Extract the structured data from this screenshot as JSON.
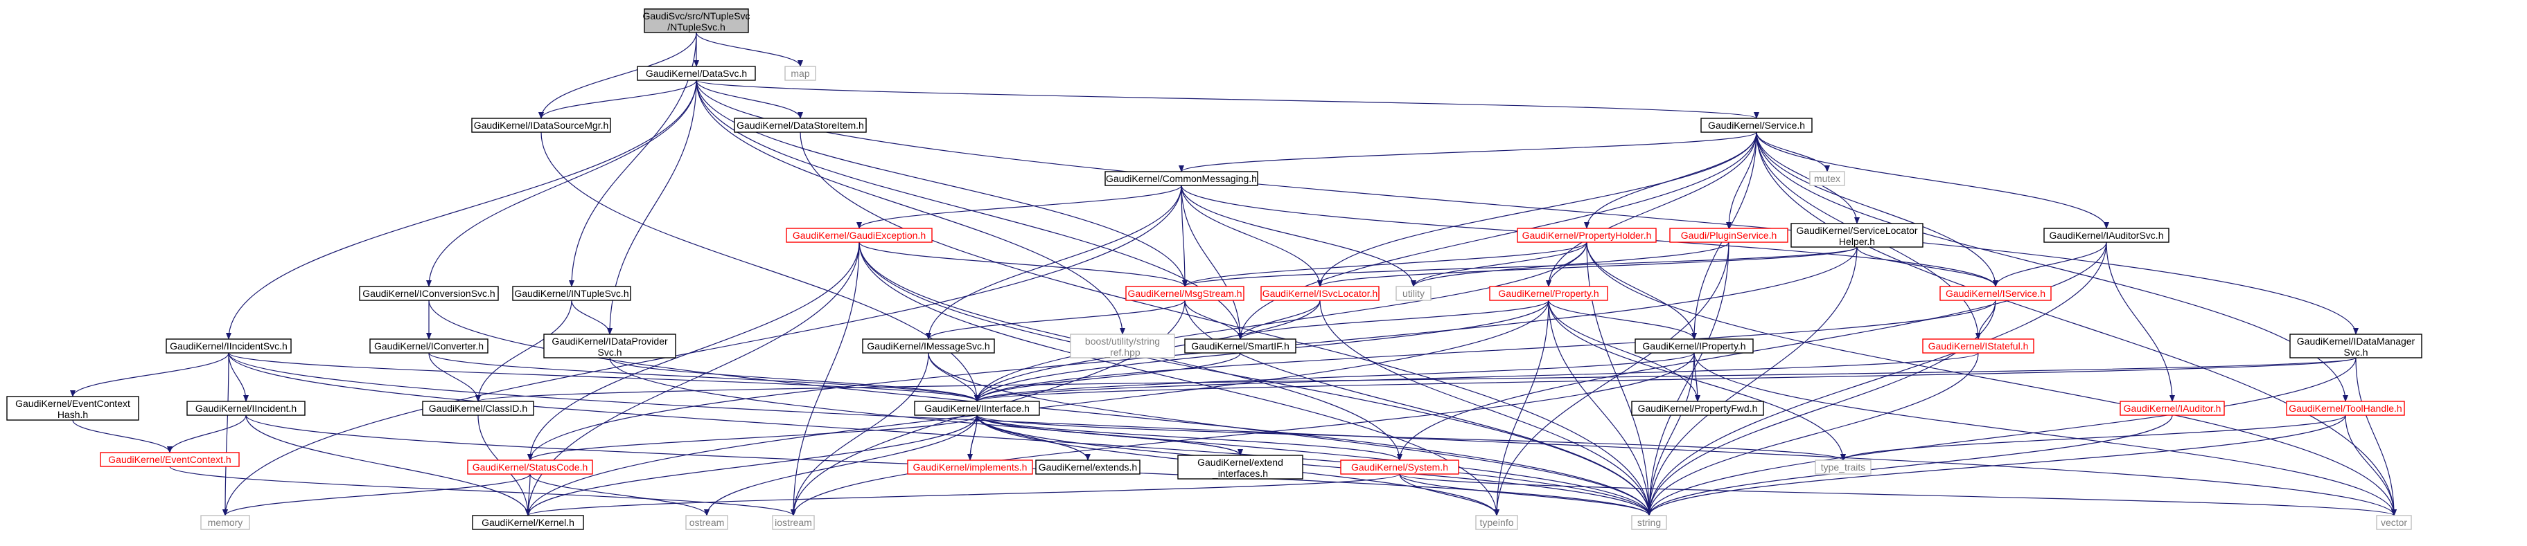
{
  "colors": {
    "edge": "#191970",
    "root_fill": "#bfbfbf",
    "node_fill": "#ffffff",
    "node_border": "#000000",
    "red_border": "#ff0000",
    "red_text": "#ff0000",
    "gray_border": "#bfbfbf",
    "gray_text": "#7f7f7f"
  },
  "nodes": [
    {
      "id": "root",
      "label": "GaudiSvc/src/NTupleSvc\n/NTupleSvc.h",
      "style": "root"
    },
    {
      "id": "map",
      "label": "map",
      "style": "gray"
    },
    {
      "id": "DataSvc",
      "label": "GaudiKernel/DataSvc.h",
      "style": "normal"
    },
    {
      "id": "IDataSourceMgr",
      "label": "GaudiKernel/IDataSourceMgr.h",
      "style": "normal"
    },
    {
      "id": "DataStoreItem",
      "label": "GaudiKernel/DataStoreItem.h",
      "style": "normal"
    },
    {
      "id": "Service",
      "label": "GaudiKernel/Service.h",
      "style": "normal"
    },
    {
      "id": "CommonMessaging",
      "label": "GaudiKernel/CommonMessaging.h",
      "style": "normal"
    },
    {
      "id": "mutex",
      "label": "mutex",
      "style": "gray"
    },
    {
      "id": "GaudiException",
      "label": "GaudiKernel/GaudiException.h",
      "style": "red"
    },
    {
      "id": "PropertyHolder",
      "label": "GaudiKernel/PropertyHolder.h",
      "style": "red"
    },
    {
      "id": "PluginService",
      "label": "Gaudi/PluginService.h",
      "style": "red"
    },
    {
      "id": "ServiceLocatorHelper",
      "label": "GaudiKernel/ServiceLocator\nHelper.h",
      "style": "normal"
    },
    {
      "id": "IAuditorSvc",
      "label": "GaudiKernel/IAuditorSvc.h",
      "style": "normal"
    },
    {
      "id": "IConversionSvc",
      "label": "GaudiKernel/IConversionSvc.h",
      "style": "normal"
    },
    {
      "id": "INTupleSvc",
      "label": "GaudiKernel/INTupleSvc.h",
      "style": "normal"
    },
    {
      "id": "MsgStream",
      "label": "GaudiKernel/MsgStream.h",
      "style": "red"
    },
    {
      "id": "ISvcLocator",
      "label": "GaudiKernel/ISvcLocator.h",
      "style": "red"
    },
    {
      "id": "utility",
      "label": "utility",
      "style": "gray"
    },
    {
      "id": "Property",
      "label": "GaudiKernel/Property.h",
      "style": "red"
    },
    {
      "id": "IService",
      "label": "GaudiKernel/IService.h",
      "style": "red"
    },
    {
      "id": "IIncidentSvc",
      "label": "GaudiKernel/IIncidentSvc.h",
      "style": "normal"
    },
    {
      "id": "IConverter",
      "label": "GaudiKernel/IConverter.h",
      "style": "normal"
    },
    {
      "id": "IDataProviderSvc",
      "label": "GaudiKernel/IDataProvider\nSvc.h",
      "style": "normal"
    },
    {
      "id": "IMessageSvc",
      "label": "GaudiKernel/IMessageSvc.h",
      "style": "normal"
    },
    {
      "id": "string_ref",
      "label": "boost/utility/string\n_ref.hpp",
      "style": "gray"
    },
    {
      "id": "SmartIF",
      "label": "GaudiKernel/SmartIF.h",
      "style": "normal"
    },
    {
      "id": "IProperty",
      "label": "GaudiKernel/IProperty.h",
      "style": "normal"
    },
    {
      "id": "IStateful",
      "label": "GaudiKernel/IStateful.h",
      "style": "red"
    },
    {
      "id": "IDataManagerSvc",
      "label": "GaudiKernel/IDataManager\nSvc.h",
      "style": "normal"
    },
    {
      "id": "EventContextHash",
      "label": "GaudiKernel/EventContext\nHash.h",
      "style": "normal"
    },
    {
      "id": "IIncident",
      "label": "GaudiKernel/IIncident.h",
      "style": "normal"
    },
    {
      "id": "ClassID",
      "label": "GaudiKernel/ClassID.h",
      "style": "normal"
    },
    {
      "id": "IInterface",
      "label": "GaudiKernel/IInterface.h",
      "style": "normal"
    },
    {
      "id": "PropertyFwd",
      "label": "GaudiKernel/PropertyFwd.h",
      "style": "normal"
    },
    {
      "id": "IAuditor",
      "label": "GaudiKernel/IAuditor.h",
      "style": "red"
    },
    {
      "id": "ToolHandle",
      "label": "GaudiKernel/ToolHandle.h",
      "style": "red"
    },
    {
      "id": "EventContext",
      "label": "GaudiKernel/EventContext.h",
      "style": "red"
    },
    {
      "id": "StatusCode",
      "label": "GaudiKernel/StatusCode.h",
      "style": "red"
    },
    {
      "id": "implements",
      "label": "GaudiKernel/implements.h",
      "style": "red"
    },
    {
      "id": "extends",
      "label": "GaudiKernel/extends.h",
      "style": "normal"
    },
    {
      "id": "extend_interfaces",
      "label": "GaudiKernel/extend\n_interfaces.h",
      "style": "normal"
    },
    {
      "id": "System",
      "label": "GaudiKernel/System.h",
      "style": "red"
    },
    {
      "id": "type_traits",
      "label": "type_traits",
      "style": "gray"
    },
    {
      "id": "memory",
      "label": "memory",
      "style": "gray"
    },
    {
      "id": "Kernel",
      "label": "GaudiKernel/Kernel.h",
      "style": "normal"
    },
    {
      "id": "ostream",
      "label": "ostream",
      "style": "gray"
    },
    {
      "id": "iostream",
      "label": "iostream",
      "style": "gray"
    },
    {
      "id": "typeinfo",
      "label": "typeinfo",
      "style": "gray"
    },
    {
      "id": "string",
      "label": "string",
      "style": "gray"
    },
    {
      "id": "vector",
      "label": "vector",
      "style": "gray"
    }
  ],
  "edges": [
    [
      "root",
      "DataSvc"
    ],
    [
      "root",
      "map"
    ],
    [
      "root",
      "IDataSourceMgr"
    ],
    [
      "root",
      "INTupleSvc"
    ],
    [
      "DataSvc",
      "IDataSourceMgr"
    ],
    [
      "DataSvc",
      "DataStoreItem"
    ],
    [
      "DataSvc",
      "Service"
    ],
    [
      "DataSvc",
      "IConversionSvc"
    ],
    [
      "DataSvc",
      "IIncidentSvc"
    ],
    [
      "DataSvc",
      "IDataProviderSvc"
    ],
    [
      "DataSvc",
      "IDataManagerSvc"
    ],
    [
      "DataSvc",
      "SmartIF"
    ],
    [
      "DataSvc",
      "MsgStream"
    ],
    [
      "DataSvc",
      "string_ref"
    ],
    [
      "IDataSourceMgr",
      "IInterface"
    ],
    [
      "DataStoreItem",
      "string"
    ],
    [
      "Service",
      "CommonMessaging"
    ],
    [
      "Service",
      "mutex"
    ],
    [
      "Service",
      "PropertyHolder"
    ],
    [
      "Service",
      "PluginService"
    ],
    [
      "Service",
      "ServiceLocatorHelper"
    ],
    [
      "Service",
      "IAuditorSvc"
    ],
    [
      "Service",
      "IService"
    ],
    [
      "Service",
      "ISvcLocator"
    ],
    [
      "Service",
      "Property"
    ],
    [
      "Service",
      "IProperty"
    ],
    [
      "Service",
      "IStateful"
    ],
    [
      "Service",
      "SmartIF"
    ],
    [
      "Service",
      "ToolHandle"
    ],
    [
      "Service",
      "vector"
    ],
    [
      "CommonMessaging",
      "GaudiException"
    ],
    [
      "CommonMessaging",
      "MsgStream"
    ],
    [
      "CommonMessaging",
      "ISvcLocator"
    ],
    [
      "CommonMessaging",
      "IMessageSvc"
    ],
    [
      "CommonMessaging",
      "SmartIF"
    ],
    [
      "CommonMessaging",
      "IService"
    ],
    [
      "CommonMessaging",
      "utility"
    ],
    [
      "CommonMessaging",
      "memory"
    ],
    [
      "GaudiException",
      "MsgStream"
    ],
    [
      "GaudiException",
      "StatusCode"
    ],
    [
      "GaudiException",
      "System"
    ],
    [
      "GaudiException",
      "Kernel"
    ],
    [
      "GaudiException",
      "iostream"
    ],
    [
      "GaudiException",
      "string"
    ],
    [
      "GaudiException",
      "typeinfo"
    ],
    [
      "PropertyHolder",
      "Property"
    ],
    [
      "PropertyHolder",
      "IProperty"
    ],
    [
      "PropertyHolder",
      "MsgStream"
    ],
    [
      "PropertyHolder",
      "IInterface"
    ],
    [
      "PropertyHolder",
      "utility"
    ],
    [
      "PropertyHolder",
      "vector"
    ],
    [
      "PropertyHolder",
      "string"
    ],
    [
      "PluginService",
      "string"
    ],
    [
      "PluginService",
      "typeinfo"
    ],
    [
      "PluginService",
      "utility"
    ],
    [
      "ServiceLocatorHelper",
      "IService"
    ],
    [
      "ServiceLocatorHelper",
      "ISvcLocator"
    ],
    [
      "ServiceLocatorHelper",
      "MsgStream"
    ],
    [
      "ServiceLocatorHelper",
      "string"
    ],
    [
      "ServiceLocatorHelper",
      "StatusCode"
    ],
    [
      "IAuditorSvc",
      "IService"
    ],
    [
      "IAuditorSvc",
      "IAuditor"
    ],
    [
      "IAuditorSvc",
      "string"
    ],
    [
      "IAuditorSvc",
      "System"
    ],
    [
      "IConversionSvc",
      "IConverter"
    ],
    [
      "IConversionSvc",
      "string"
    ],
    [
      "INTupleSvc",
      "IDataProviderSvc"
    ],
    [
      "INTupleSvc",
      "ClassID"
    ],
    [
      "MsgStream",
      "IMessageSvc"
    ],
    [
      "MsgStream",
      "SmartIF"
    ],
    [
      "MsgStream",
      "iostream"
    ],
    [
      "MsgStream",
      "string"
    ],
    [
      "ISvcLocator",
      "IInterface"
    ],
    [
      "ISvcLocator",
      "SmartIF"
    ],
    [
      "ISvcLocator",
      "string"
    ],
    [
      "Property",
      "IProperty"
    ],
    [
      "Property",
      "PropertyFwd"
    ],
    [
      "Property",
      "SmartIF"
    ],
    [
      "Property",
      "IInterface"
    ],
    [
      "Property",
      "string"
    ],
    [
      "Property",
      "typeinfo"
    ],
    [
      "Property",
      "Kernel"
    ],
    [
      "Property",
      "type_traits"
    ],
    [
      "IService",
      "IStateful"
    ],
    [
      "IService",
      "IInterface"
    ],
    [
      "IService",
      "string"
    ],
    [
      "IIncidentSvc",
      "IInterface"
    ],
    [
      "IIncidentSvc",
      "IIncident"
    ],
    [
      "IIncidentSvc",
      "EventContextHash"
    ],
    [
      "IIncidentSvc",
      "string"
    ],
    [
      "IIncidentSvc",
      "memory"
    ],
    [
      "IIncidentSvc",
      "vector"
    ],
    [
      "IConverter",
      "IInterface"
    ],
    [
      "IConverter",
      "ClassID"
    ],
    [
      "IDataProviderSvc",
      "IInterface"
    ],
    [
      "IDataProviderSvc",
      "string"
    ],
    [
      "IMessageSvc",
      "IInterface"
    ],
    [
      "IMessageSvc",
      "iostream"
    ],
    [
      "IMessageSvc",
      "string"
    ],
    [
      "SmartIF",
      "IInterface"
    ],
    [
      "IProperty",
      "IInterface"
    ],
    [
      "IProperty",
      "PropertyFwd"
    ],
    [
      "IProperty",
      "string"
    ],
    [
      "IProperty",
      "vector"
    ],
    [
      "IProperty",
      "iostream"
    ],
    [
      "IStateful",
      "IInterface"
    ],
    [
      "IStateful",
      "string"
    ],
    [
      "IDataManagerSvc",
      "IInterface"
    ],
    [
      "IDataManagerSvc",
      "ClassID"
    ],
    [
      "IDataManagerSvc",
      "string"
    ],
    [
      "IDataManagerSvc",
      "vector"
    ],
    [
      "EventContextHash",
      "EventContext"
    ],
    [
      "IIncident",
      "EventContext"
    ],
    [
      "IIncident",
      "string"
    ],
    [
      "IIncident",
      "Kernel"
    ],
    [
      "ClassID",
      "Kernel"
    ],
    [
      "IInterface",
      "StatusCode"
    ],
    [
      "IInterface",
      "System"
    ],
    [
      "IInterface",
      "Kernel"
    ],
    [
      "IInterface",
      "ostream"
    ],
    [
      "IInterface",
      "type_traits"
    ],
    [
      "IInterface",
      "typeinfo"
    ],
    [
      "IInterface",
      "string"
    ],
    [
      "IInterface",
      "implements"
    ],
    [
      "IInterface",
      "extends"
    ],
    [
      "IInterface",
      "extend_interfaces"
    ],
    [
      "implements",
      "IInterface"
    ],
    [
      "extends",
      "IInterface"
    ],
    [
      "extend_interfaces",
      "IInterface"
    ],
    [
      "ToolHandle",
      "string"
    ],
    [
      "ToolHandle",
      "type_traits"
    ],
    [
      "ToolHandle",
      "vector"
    ],
    [
      "IAuditor",
      "string"
    ],
    [
      "EventContext",
      "iostream"
    ],
    [
      "StatusCode",
      "Kernel"
    ],
    [
      "StatusCode",
      "ostream"
    ],
    [
      "StatusCode",
      "memory"
    ],
    [
      "System",
      "Kernel"
    ],
    [
      "System",
      "string"
    ],
    [
      "System",
      "vector"
    ],
    [
      "System",
      "typeinfo"
    ]
  ]
}
